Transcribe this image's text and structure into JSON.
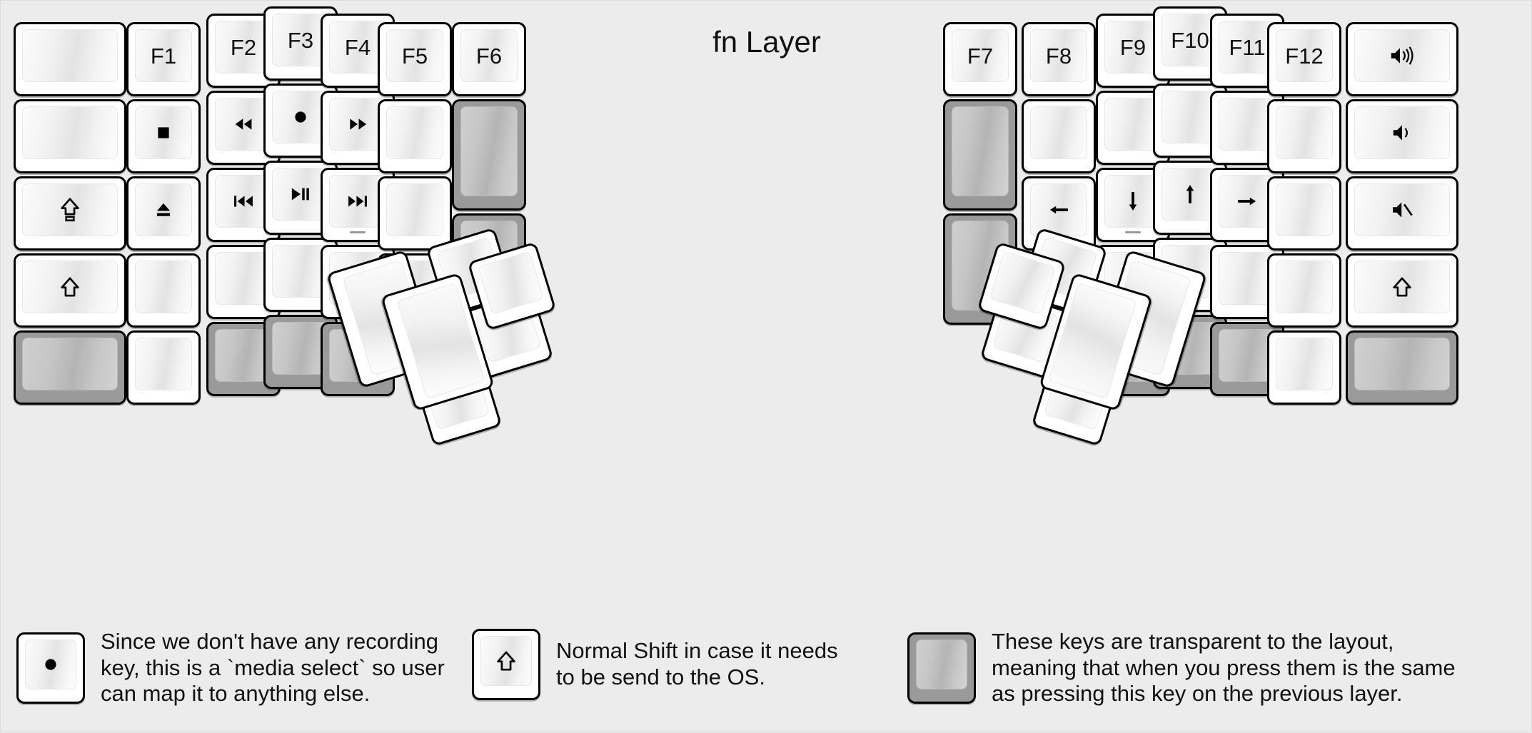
{
  "title": "fn Layer",
  "colors": {
    "background": "#ececec",
    "key_face": "#ffffff",
    "key_border": "#000000",
    "transparent_key": "#9a9a9a",
    "legend_text": "#111111"
  },
  "left_half": {
    "name": "left-keyboard-half",
    "columns": [
      {
        "name": "col-pinky-outer",
        "keys": [
          {
            "label": "",
            "icon": "blank",
            "transparent": false
          },
          {
            "label": "",
            "icon": "blank",
            "transparent": false
          },
          {
            "label": "",
            "icon": "caps-lock-arrow-icon",
            "transparent": false
          },
          {
            "label": "",
            "icon": "shift-arrow-icon",
            "transparent": false
          },
          {
            "label": "",
            "icon": "blank",
            "transparent": true
          }
        ]
      },
      {
        "name": "col-pinky",
        "keys": [
          {
            "label": "F1",
            "icon": "",
            "transparent": false
          },
          {
            "label": "",
            "icon": "media-stop-icon",
            "transparent": false
          },
          {
            "label": "",
            "icon": "media-eject-icon",
            "transparent": false
          },
          {
            "label": "",
            "icon": "blank",
            "transparent": false
          },
          {
            "label": "",
            "icon": "blank",
            "transparent": false
          }
        ]
      },
      {
        "name": "col-ring",
        "keys": [
          {
            "label": "F2",
            "icon": "",
            "transparent": false
          },
          {
            "label": "",
            "icon": "media-rewind-icon",
            "transparent": false
          },
          {
            "label": "",
            "icon": "media-prev-track-icon",
            "transparent": false
          },
          {
            "label": "",
            "icon": "blank",
            "transparent": false
          },
          {
            "label": "",
            "icon": "blank",
            "transparent": true
          }
        ]
      },
      {
        "name": "col-middle",
        "keys": [
          {
            "label": "F3",
            "icon": "",
            "transparent": false
          },
          {
            "label": "",
            "icon": "media-record-icon",
            "transparent": false
          },
          {
            "label": "",
            "icon": "media-play-pause-icon",
            "transparent": false
          },
          {
            "label": "",
            "icon": "blank",
            "transparent": false
          },
          {
            "label": "",
            "icon": "blank",
            "transparent": true
          }
        ]
      },
      {
        "name": "col-index",
        "keys": [
          {
            "label": "F4",
            "icon": "",
            "transparent": false
          },
          {
            "label": "",
            "icon": "media-fast-forward-icon",
            "transparent": false
          },
          {
            "label": "",
            "icon": "media-next-track-icon",
            "transparent": false,
            "homing": true
          },
          {
            "label": "",
            "icon": "blank",
            "transparent": false
          },
          {
            "label": "",
            "icon": "blank",
            "transparent": true
          }
        ]
      },
      {
        "name": "col-index-inner",
        "keys": [
          {
            "label": "F5",
            "icon": "",
            "transparent": false
          },
          {
            "label": "",
            "icon": "blank",
            "transparent": false
          },
          {
            "label": "",
            "icon": "blank",
            "transparent": false
          },
          {
            "label": "",
            "icon": "blank",
            "transparent": false
          }
        ]
      },
      {
        "name": "col-inner",
        "keys": [
          {
            "label": "F6",
            "icon": "",
            "transparent": false
          },
          {
            "label": "",
            "icon": "blank",
            "transparent": true
          },
          {
            "label": "",
            "icon": "blank",
            "transparent": true
          }
        ]
      }
    ],
    "thumb_cluster": {
      "name": "left-thumb-cluster",
      "keys": [
        {
          "label": "",
          "icon": "blank",
          "transparent": false
        },
        {
          "label": "",
          "icon": "blank",
          "transparent": false
        },
        {
          "label": "",
          "icon": "blank",
          "transparent": false
        },
        {
          "label": "",
          "icon": "blank",
          "transparent": false
        },
        {
          "label": "",
          "icon": "blank",
          "transparent": false
        },
        {
          "label": "",
          "icon": "blank",
          "transparent": false
        }
      ]
    }
  },
  "right_half": {
    "name": "right-keyboard-half",
    "columns": [
      {
        "name": "col-inner",
        "keys": [
          {
            "label": "F7",
            "icon": "",
            "transparent": false
          },
          {
            "label": "",
            "icon": "blank",
            "transparent": true
          },
          {
            "label": "",
            "icon": "blank",
            "transparent": true
          }
        ]
      },
      {
        "name": "col-index-inner",
        "keys": [
          {
            "label": "F8",
            "icon": "",
            "transparent": false
          },
          {
            "label": "",
            "icon": "blank",
            "transparent": false
          },
          {
            "label": "",
            "icon": "arrow-left-icon",
            "transparent": false
          },
          {
            "label": "",
            "icon": "blank",
            "transparent": false
          }
        ]
      },
      {
        "name": "col-index",
        "keys": [
          {
            "label": "F9",
            "icon": "",
            "transparent": false
          },
          {
            "label": "",
            "icon": "blank",
            "transparent": false
          },
          {
            "label": "",
            "icon": "arrow-down-icon",
            "transparent": false,
            "homing": true
          },
          {
            "label": "",
            "icon": "blank",
            "transparent": false
          },
          {
            "label": "",
            "icon": "blank",
            "transparent": true
          }
        ]
      },
      {
        "name": "col-middle",
        "keys": [
          {
            "label": "F10",
            "icon": "",
            "transparent": false
          },
          {
            "label": "",
            "icon": "blank",
            "transparent": false
          },
          {
            "label": "",
            "icon": "arrow-up-icon",
            "transparent": false
          },
          {
            "label": "",
            "icon": "blank",
            "transparent": false
          },
          {
            "label": "",
            "icon": "blank",
            "transparent": true
          }
        ]
      },
      {
        "name": "col-ring",
        "keys": [
          {
            "label": "F11",
            "icon": "",
            "transparent": false
          },
          {
            "label": "",
            "icon": "blank",
            "transparent": false
          },
          {
            "label": "",
            "icon": "arrow-right-icon",
            "transparent": false
          },
          {
            "label": "",
            "icon": "blank",
            "transparent": false
          },
          {
            "label": "",
            "icon": "blank",
            "transparent": true
          }
        ]
      },
      {
        "name": "col-pinky",
        "keys": [
          {
            "label": "F12",
            "icon": "",
            "transparent": false
          },
          {
            "label": "",
            "icon": "blank",
            "transparent": false
          },
          {
            "label": "",
            "icon": "blank",
            "transparent": false
          },
          {
            "label": "",
            "icon": "blank",
            "transparent": false
          },
          {
            "label": "",
            "icon": "blank",
            "transparent": false
          }
        ]
      },
      {
        "name": "col-pinky-outer",
        "keys": [
          {
            "label": "",
            "icon": "volume-up-icon",
            "transparent": false
          },
          {
            "label": "",
            "icon": "volume-down-icon",
            "transparent": false
          },
          {
            "label": "",
            "icon": "volume-mute-icon",
            "transparent": false
          },
          {
            "label": "",
            "icon": "shift-arrow-icon",
            "transparent": false
          },
          {
            "label": "",
            "icon": "blank",
            "transparent": true
          }
        ]
      }
    ],
    "thumb_cluster": {
      "name": "right-thumb-cluster",
      "keys": [
        {
          "label": "",
          "icon": "blank",
          "transparent": false
        },
        {
          "label": "",
          "icon": "blank",
          "transparent": false
        },
        {
          "label": "",
          "icon": "blank",
          "transparent": false
        },
        {
          "label": "",
          "icon": "blank",
          "transparent": false
        },
        {
          "label": "",
          "icon": "blank",
          "transparent": false
        },
        {
          "label": "",
          "icon": "blank",
          "transparent": false
        }
      ]
    }
  },
  "legend": [
    {
      "name": "legend-record-key",
      "icon": "media-record-icon",
      "transparent": false,
      "text": "Since we don't have any recording\nkey, this is a `media select` so user\ncan map it to anything else."
    },
    {
      "name": "legend-shift-key",
      "icon": "shift-arrow-icon",
      "transparent": false,
      "text": "Normal Shift in case it needs\nto be send to the OS."
    },
    {
      "name": "legend-transparent-key",
      "icon": "blank",
      "transparent": true,
      "text": "These keys are transparent to the layout,\nmeaning that when you press them is the same\nas pressing this key on the previous layer."
    }
  ]
}
